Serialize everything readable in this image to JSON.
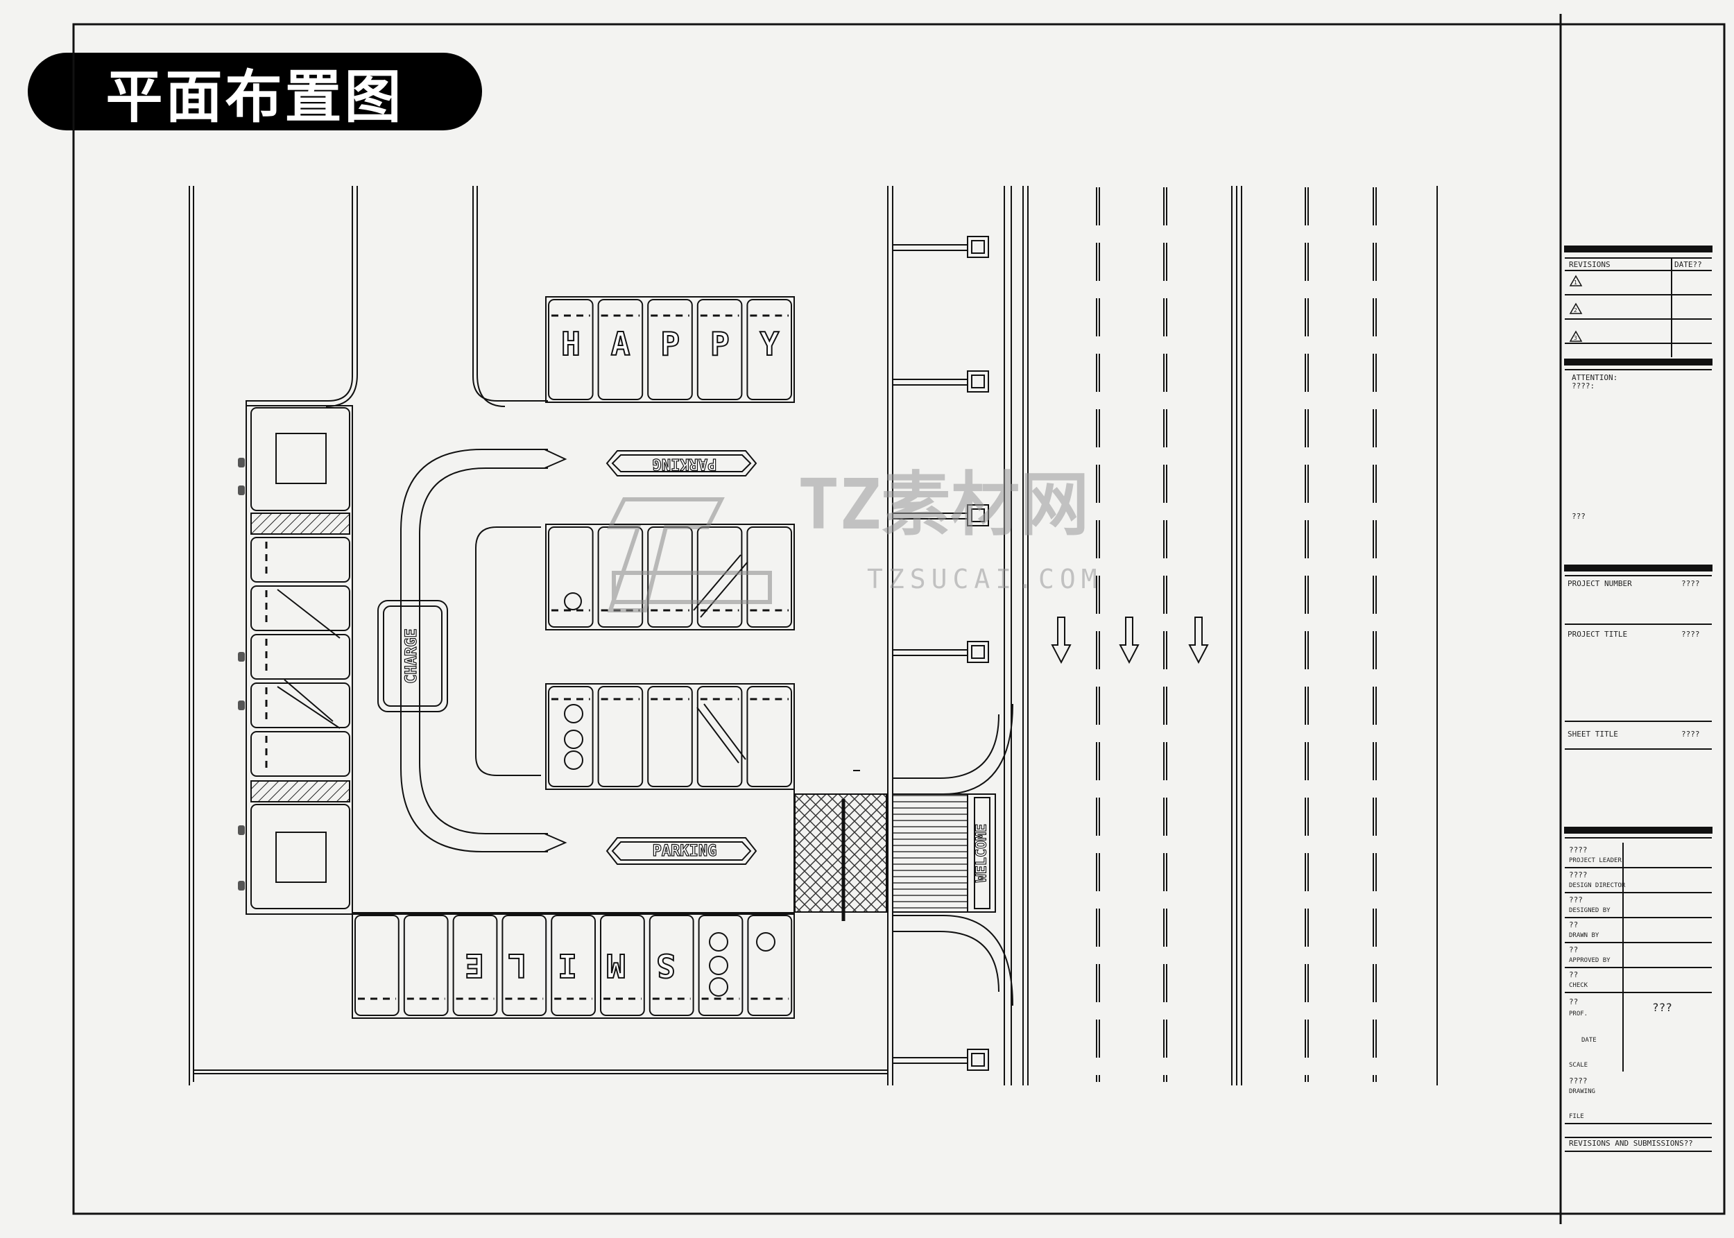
{
  "sheet": {
    "heading": "平面布置图"
  },
  "plan": {
    "sign_happy": [
      "H",
      "A",
      "P",
      "P",
      "Y"
    ],
    "sign_smile": [
      "S",
      "M",
      "I",
      "L",
      "E"
    ],
    "parking_top": "PARKING",
    "parking_bottom": "PARKING",
    "charge": "CHARGE",
    "welcome": "WELCOME"
  },
  "watermark": {
    "name": "TZ素材网",
    "url": "TZSUCAI.COM"
  },
  "title_block": {
    "revisions": "REVISIONS",
    "date": "DATE??",
    "rev_marks": [
      "1",
      "2",
      "3"
    ],
    "attention": "ATTENTION:",
    "attention_note": "????:",
    "attention_note2": "???",
    "project_number": "PROJECT NUMBER",
    "project_number_val": "????",
    "project_title": "PROJECT TITLE",
    "project_title_val": "????",
    "sheet_title": "SHEET TITLE",
    "sheet_title_val": "????",
    "roles": [
      {
        "code": "????",
        "label": "PROJECT LEADER"
      },
      {
        "code": "????",
        "label": "DESIGN DIRECTOR"
      },
      {
        "code": "???",
        "label": "DESIGNED BY"
      },
      {
        "code": "??",
        "label": "DRAWN BY"
      },
      {
        "code": "??",
        "label": "APPROVED BY"
      },
      {
        "code": "??",
        "label": "CHECK"
      }
    ],
    "prof_code": "??",
    "prof_label": "PROF.",
    "prof_value": "???",
    "date_label": "DATE",
    "scale_label": "SCALE",
    "drawing_code": "????",
    "drawing_label": "DRAWING",
    "file_label": "FILE",
    "footer": "REVISIONS AND SUBMISSIONS??"
  }
}
